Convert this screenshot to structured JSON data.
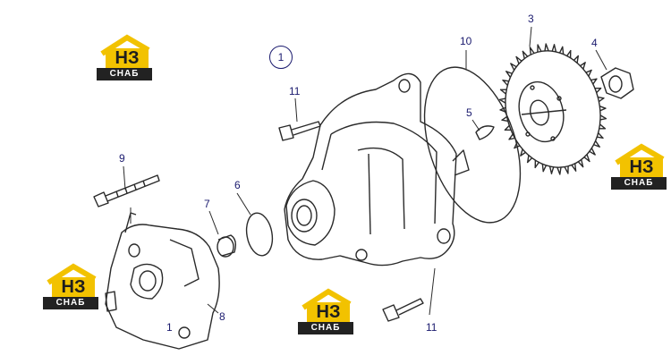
{
  "figure": {
    "assembly_number": "1",
    "callouts": [
      "10",
      "3",
      "4",
      "11",
      "5",
      "9",
      "6",
      "7",
      "8",
      "11",
      "1"
    ]
  },
  "watermark": {
    "mark_text": "НЗ",
    "band_text": "СНАБ",
    "colors": {
      "gold": "#f2c200",
      "dark": "#222222"
    }
  },
  "colors": {
    "line": "#2a2a2a",
    "callout_text": "#1a1a6e"
  }
}
